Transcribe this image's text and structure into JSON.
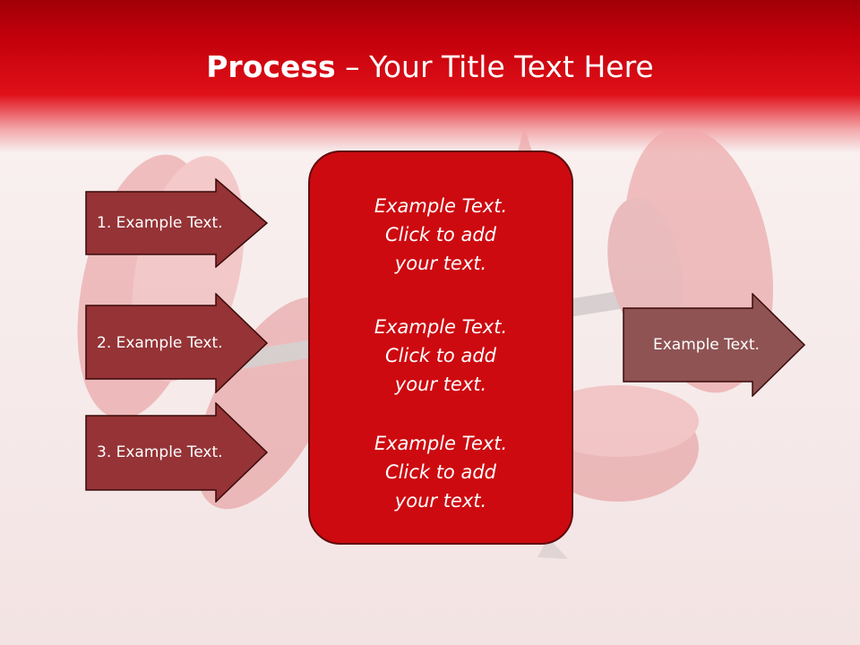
{
  "slide": {
    "title_bold": "Process",
    "title_rest": " – Your Title Text Here"
  },
  "left_arrows": [
    {
      "label": "1. Example Text."
    },
    {
      "label": "2. Example Text."
    },
    {
      "label": "3. Example Text."
    }
  ],
  "center_box": {
    "blocks": [
      {
        "line1": "Example Text.",
        "line2": "Click  to add",
        "line3": "your text."
      },
      {
        "line1": "Example Text.",
        "line2": "Click  to add",
        "line3": "your text."
      },
      {
        "line1": "Example Text.",
        "line2": "Click  to add",
        "line3": "your text."
      }
    ]
  },
  "right_arrow": {
    "label": "Example Text."
  },
  "colors": {
    "header": "#c3000b",
    "arrow_fill": "#953336",
    "right_arrow_fill": "#8f5353",
    "center_fill": "#cd0a10"
  },
  "icons": {
    "background": "dumbbell-icon"
  }
}
